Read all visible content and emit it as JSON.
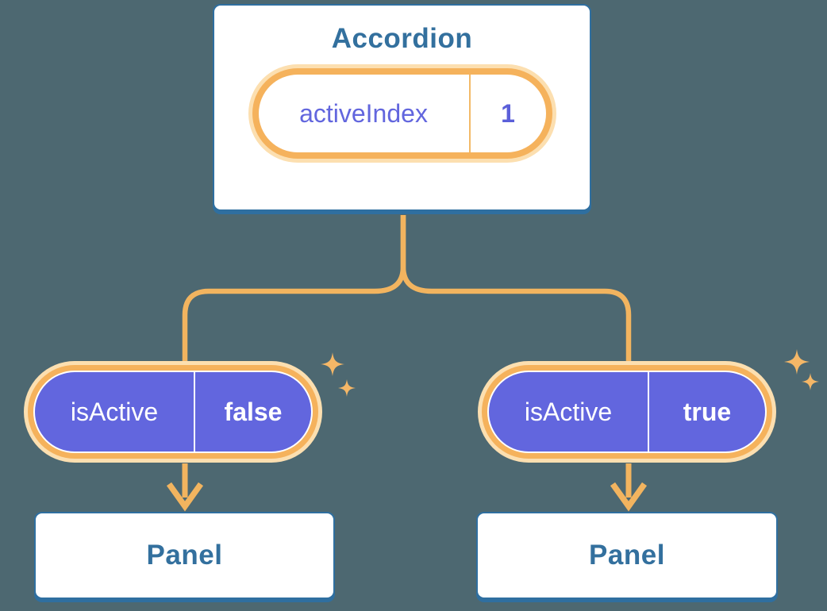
{
  "diagram": {
    "description": "React component tree showing state passed down as props",
    "colors": {
      "background": "#4D6871",
      "connector_orange": "#F2B45F",
      "ring_orange": "#F5B25C",
      "ring_glow": "#FCDFB0",
      "sparkle_orange": "#F5B767",
      "pill_purple": "#6266DE",
      "node_border_blue": "#2F6FA0",
      "node_text_blue": "#33709E",
      "node_fill": "#FFFFFF"
    },
    "tree": {
      "root": {
        "title": "Accordion",
        "state": {
          "name": "activeIndex",
          "value": "1"
        }
      },
      "children": [
        {
          "prop": {
            "name": "isActive",
            "value": "false"
          },
          "panel_label": "Panel"
        },
        {
          "prop": {
            "name": "isActive",
            "value": "true"
          },
          "panel_label": "Panel"
        }
      ]
    }
  }
}
